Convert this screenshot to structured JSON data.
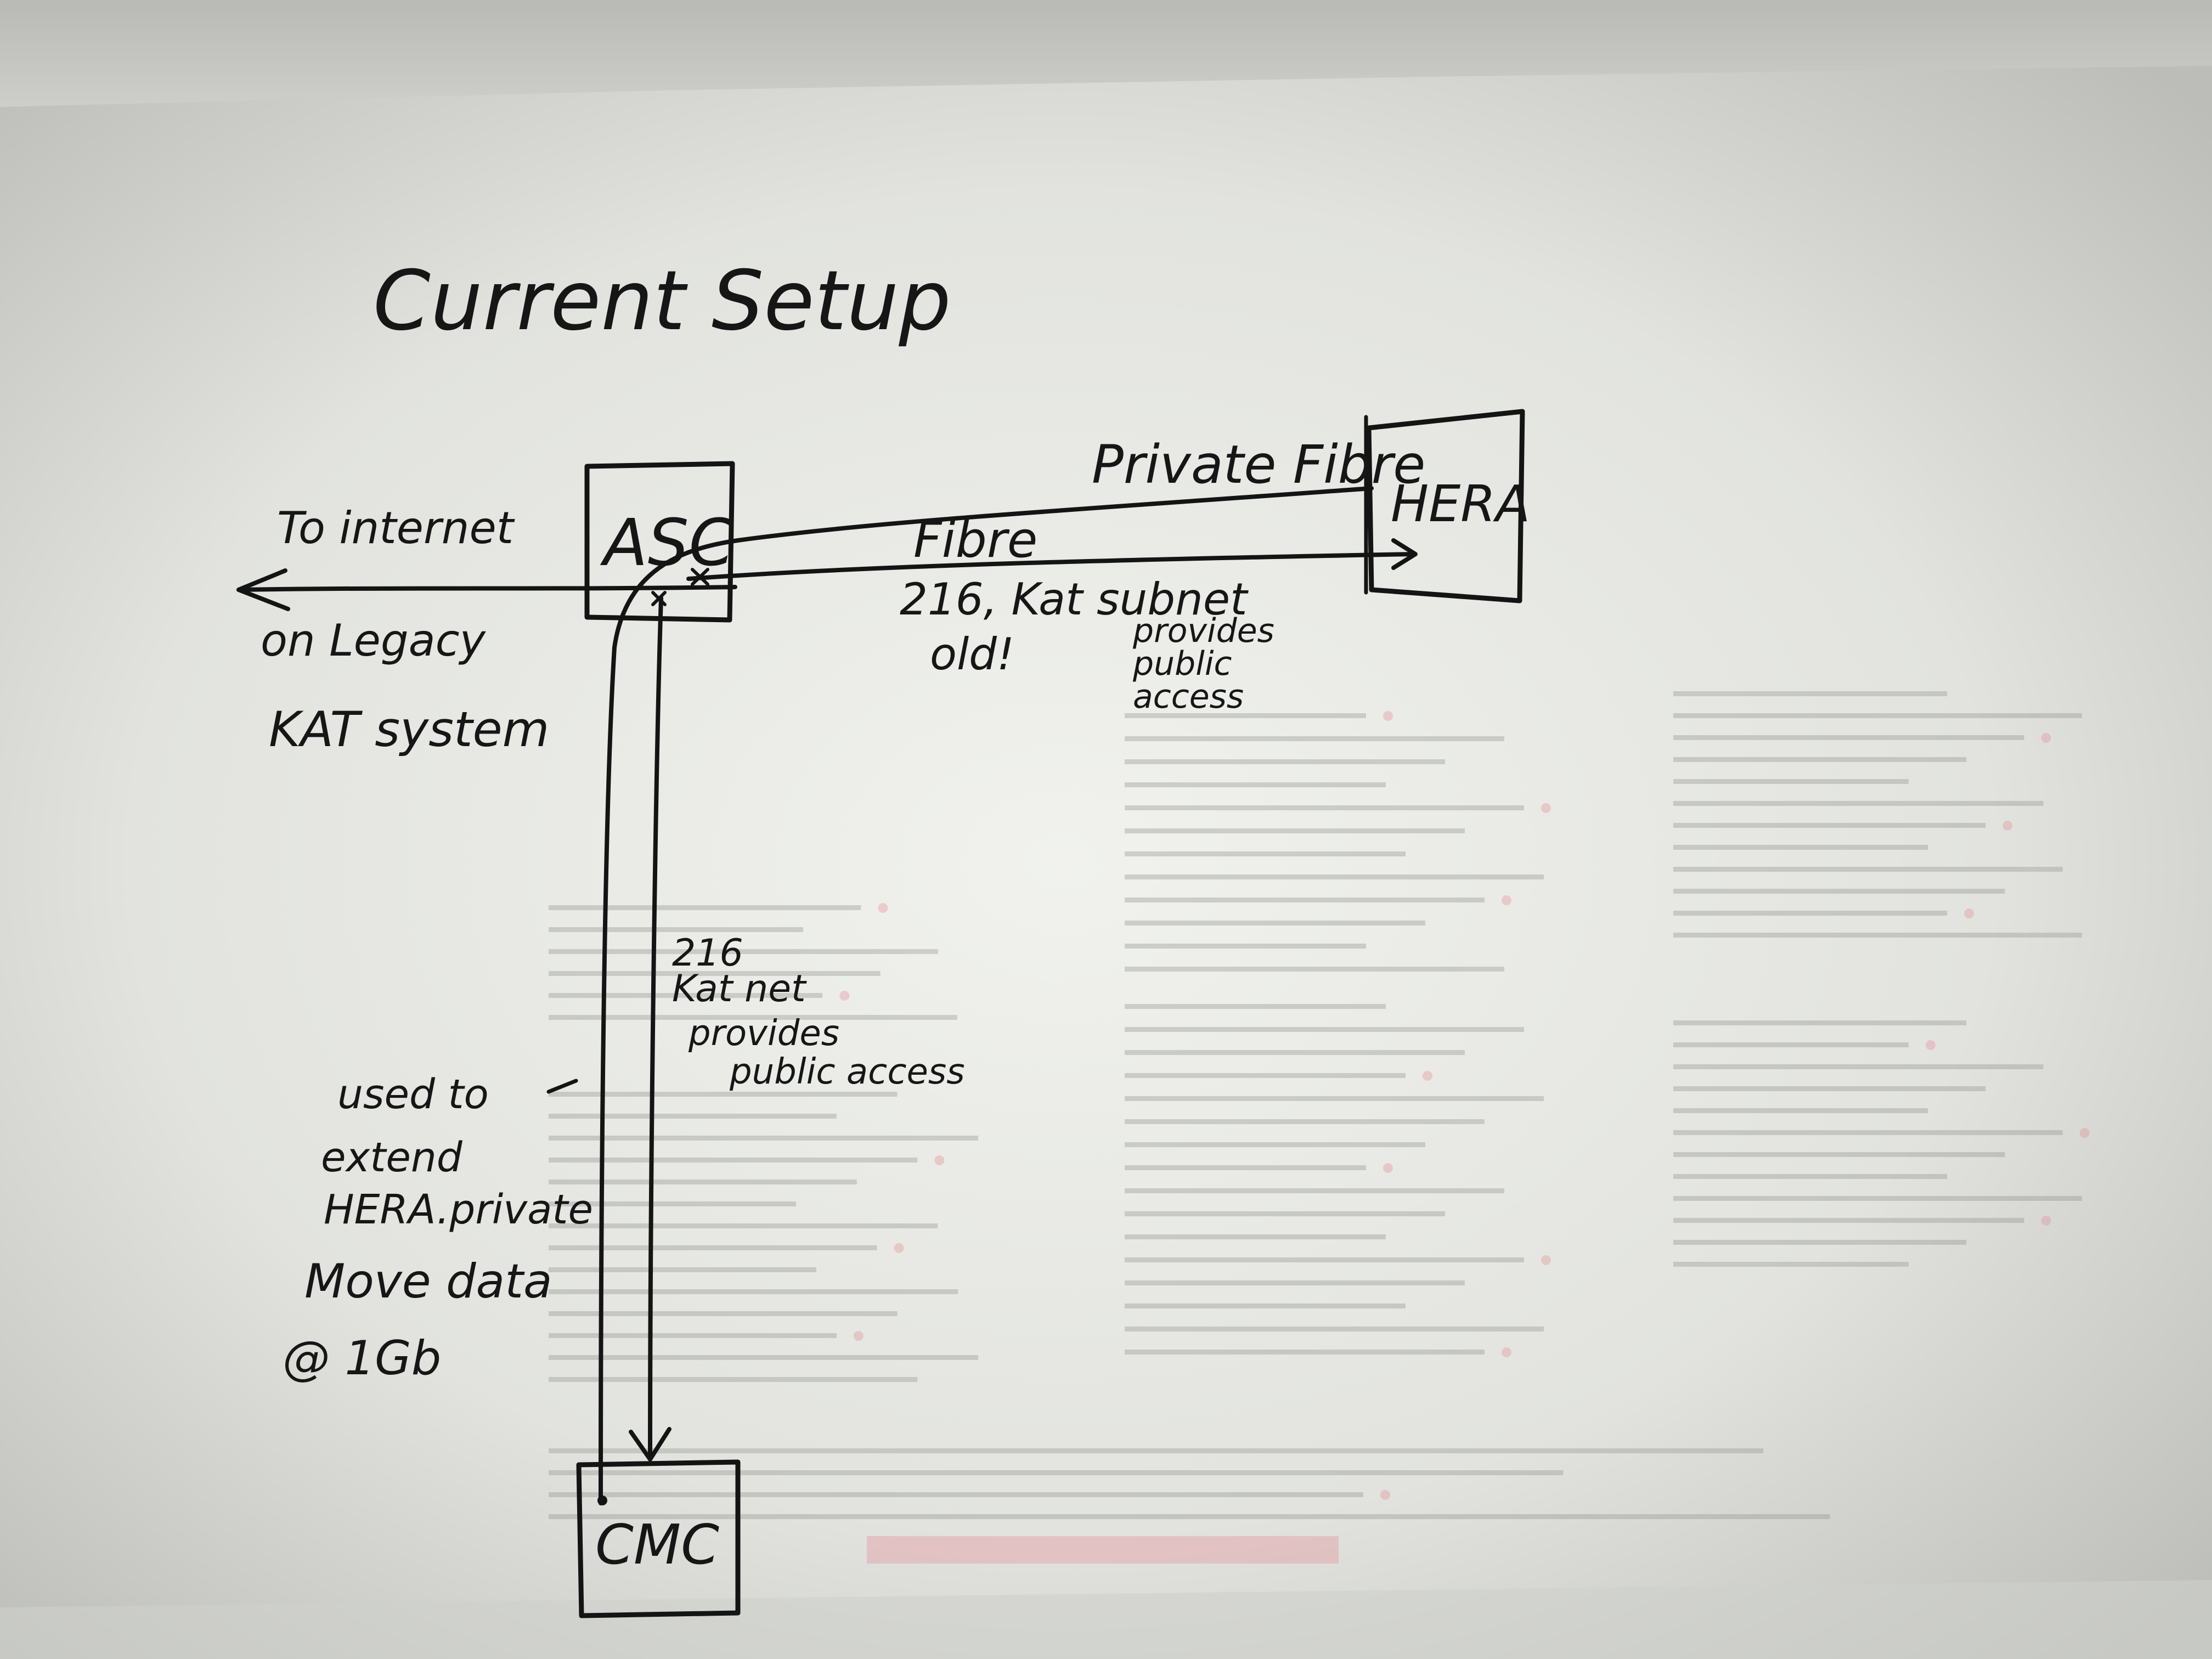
{
  "title": "Current Setup",
  "nodes": {
    "asc": "ASC",
    "hera": "HERA",
    "cmc": "CMC"
  },
  "links": {
    "private_fibre": "Private Fibre",
    "fibre": "Fibre",
    "fibre_note": [
      "216, Kat subnet",
      "old!"
    ],
    "fibre_access": [
      "provides",
      "public",
      "access"
    ],
    "internet": [
      "To internet",
      "on Legacy",
      "KAT system"
    ],
    "vertical_net": [
      "216",
      "Kat net",
      "provides",
      "public access"
    ],
    "extend_note": [
      "used to",
      "extend",
      "HERA.private",
      "Move data",
      "@ 1Gb"
    ]
  },
  "colors": {
    "ink": "#141414",
    "paper": "#e9eae6",
    "bleed_through": "#e58a93"
  }
}
